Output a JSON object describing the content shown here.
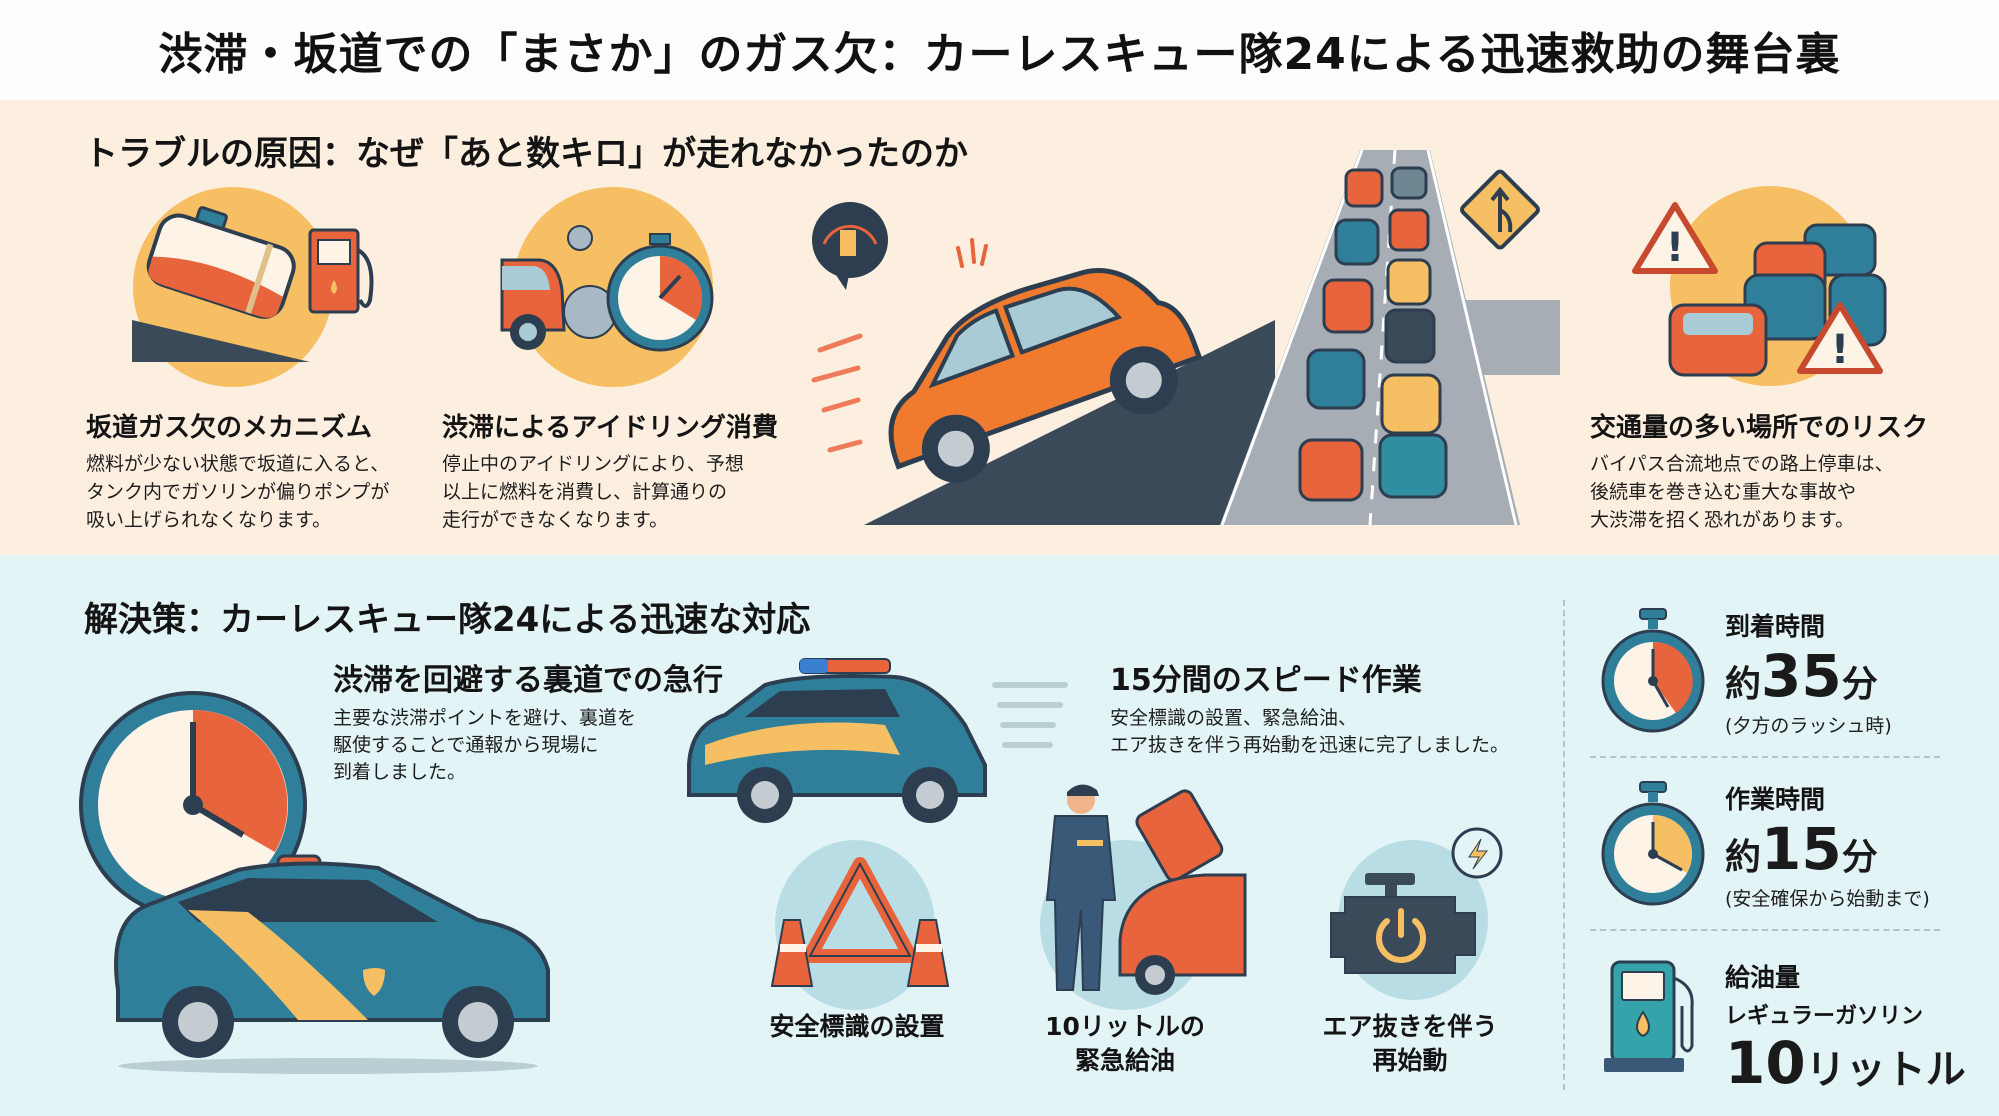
{
  "title": "渋滞・坂道での「まさか」のガス欠：カーレスキュー隊24による迅速救助の舞台裏",
  "colors": {
    "top_bg": "#fcefdf",
    "bottom_bg": "#e3f4f6",
    "accent_orange": "#e8643c",
    "accent_yellow": "#f7bf63",
    "accent_teal": "#2f7f9a",
    "dark": "#2d3e50"
  },
  "causes": {
    "heading": "トラブルの原因：なぜ「あと数キロ」が走れなかったのか",
    "items": [
      {
        "icon": "tilted-fuel-tank-icon",
        "title": "坂道ガス欠のメカニズム",
        "text": "燃料が少ない状態で坂道に入ると、\nタンク内でガソリンが偏りポンプが\n吸い上げられなくなります。"
      },
      {
        "icon": "idling-stopwatch-icon",
        "title": "渋滞によるアイドリング消費",
        "text": "停止中のアイドリングにより、予想\n以上に燃料を消費し、計算通りの\n走行ができなくなります。"
      },
      {
        "icon": "traffic-warning-icon",
        "title": "交通量の多い場所でのリスク",
        "text": "バイパス合流地点での路上停車は、\n後続車を巻き込む重大な事故や\n大渋滞を招く恐れがあります。"
      }
    ]
  },
  "solution": {
    "heading": "解決策：カーレスキュー隊24による迅速な対応",
    "route": {
      "title": "渋滞を回避する裏道での急行",
      "text": "主要な渋滞ポイントを避け、裏道を\n駆使することで通報から現場に\n到着しました。"
    },
    "speed_work": {
      "title": "15分間のスピード作業",
      "text": "安全標識の設置、緊急給油、\nエア抜きを伴う再始動を迅速に完了しました。"
    },
    "steps": [
      {
        "icon": "warning-triangle-cones-icon",
        "label": "安全標識の設置"
      },
      {
        "icon": "refueling-staff-icon",
        "label": "10リットルの\n緊急給油"
      },
      {
        "icon": "engine-restart-icon",
        "label": "エア抜きを伴う\n再始動"
      }
    ]
  },
  "stats": [
    {
      "icon": "stopwatch-red-icon",
      "label": "到着時間",
      "prefix": "約",
      "value": "35",
      "unit": "分",
      "note": "(夕方のラッシュ時)"
    },
    {
      "icon": "stopwatch-yellow-icon",
      "label": "作業時間",
      "prefix": "約",
      "value": "15",
      "unit": "分",
      "note": "(安全確保から始動まで)"
    },
    {
      "icon": "fuel-pump-icon",
      "label": "給油量",
      "sub_label": "レギュラーガソリン",
      "value": "10",
      "unit": "リットル"
    }
  ]
}
